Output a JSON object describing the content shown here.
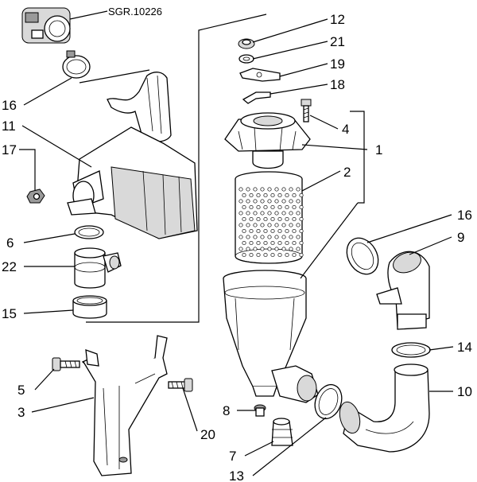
{
  "reference_code": "SGR.10226",
  "callouts": {
    "c12": "12",
    "c21": "21",
    "c19": "19",
    "c18": "18",
    "c4": "4",
    "c1": "1",
    "c2": "2",
    "c16_left": "16",
    "c11": "11",
    "c17": "17",
    "c6": "6",
    "c22": "22",
    "c15": "15",
    "c16_right": "16",
    "c9": "9",
    "c14": "14",
    "c10": "10",
    "c5": "5",
    "c3": "3",
    "c8": "8",
    "c20": "20",
    "c7": "7",
    "c13": "13"
  }
}
